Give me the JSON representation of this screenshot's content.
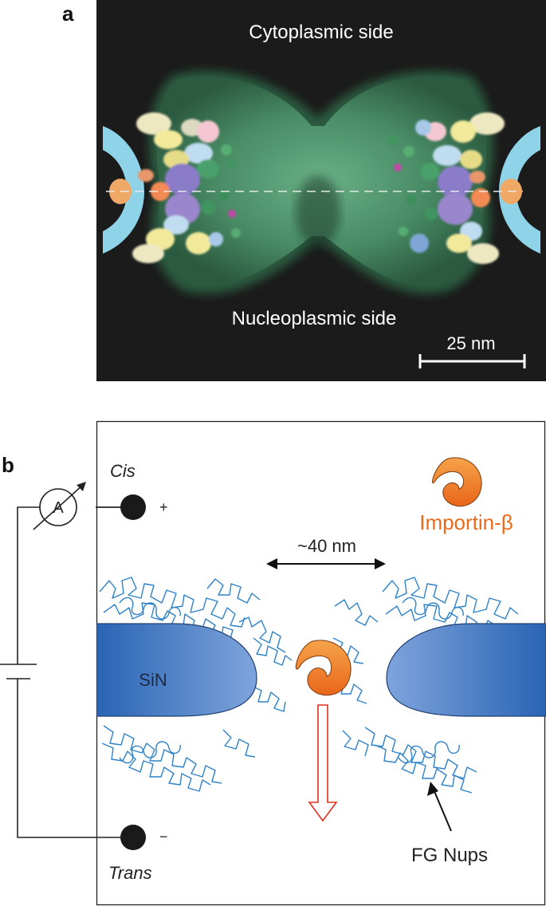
{
  "panel_a": {
    "letter": "a",
    "cytoplasmic_label": "Cytoplasmic side",
    "nucleoplasmic_label": "Nucleoplasmic side",
    "scale_bar_label": "25 nm"
  },
  "panel_b": {
    "letter": "b",
    "cis_label": "Cis",
    "trans_label": "Trans",
    "plus_label": "+",
    "minus_label": "−",
    "ammeter_label": "A",
    "importin_label": "Importin-β",
    "width_label": "~40 nm",
    "membrane_label": "SiN",
    "fg_label": "FG Nups"
  },
  "colors": {
    "background_a": "#1b1b1b",
    "pore_green": "#4f9b70",
    "membrane_cyan": "#8fd3e8",
    "sin_blue": "#2f6cb8",
    "fg_blue": "#2f82c8",
    "importin_orange": "#f07d1e",
    "arrow_red": "#e0301c"
  }
}
